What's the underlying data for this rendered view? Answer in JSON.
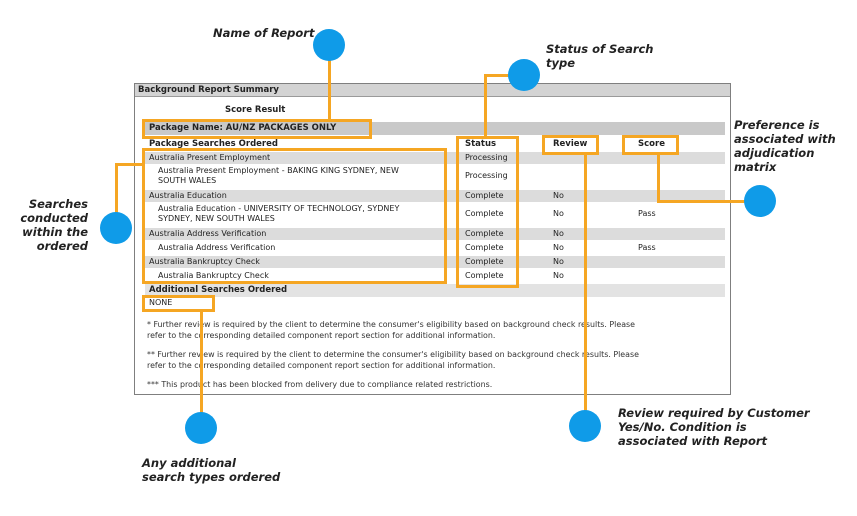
{
  "report": {
    "title": "Background Report Summary",
    "score_result": "Score Result",
    "package_name": "Package Name: AU/NZ PACKAGES ONLY",
    "headers": {
      "searches": "Package Searches Ordered",
      "status": "Status",
      "review": "Review",
      "score": "Score"
    },
    "rows": [
      {
        "name": "Australia Present Employment",
        "status": "Processing",
        "review": "",
        "score": ""
      },
      {
        "name_line1": "Australia Present Employment - BAKING KING SYDNEY, NEW",
        "name_line2": "SOUTH WALES",
        "status": "Processing",
        "review": "",
        "score": ""
      },
      {
        "name": "Australia Education",
        "status": "Complete",
        "review": "No",
        "score": ""
      },
      {
        "name_line1": "Australia Education - UNIVERSITY OF TECHNOLOGY, SYDNEY",
        "name_line2": "SYDNEY, NEW SOUTH WALES",
        "status": "Complete",
        "review": "No",
        "score": "Pass"
      },
      {
        "name": "Australia Address Verification",
        "status": "Complete",
        "review": "No",
        "score": ""
      },
      {
        "name": "Australia Address Verification",
        "status": "Complete",
        "review": "No",
        "score": "Pass"
      },
      {
        "name": "Australia Bankruptcy Check",
        "status": "Complete",
        "review": "No",
        "score": ""
      },
      {
        "name": "Australia Bankruptcy Check",
        "status": "Complete",
        "review": "No",
        "score": ""
      }
    ],
    "additional_header": "Additional Searches Ordered",
    "additional_value": "NONE",
    "footnotes": [
      {
        "line1": "* Further review is required by the client to determine the consumer's eligibility based on background check results. Please",
        "line2": "refer to the corresponding detailed component report section for additional information."
      },
      {
        "line1": "** Further review is required by the client to determine the consumer's eligibility based on background check results. Please",
        "line2": "refer to the corresponding detailed component report section for additional information."
      },
      {
        "line1": "*** This product has been blocked from delivery due to compliance related restrictions."
      }
    ]
  },
  "callouts": {
    "name_of_report": "Name of Report",
    "status_line1": "Status of Search",
    "status_line2": "type",
    "preference_line1": "Preference is",
    "preference_line2": "associated with",
    "preference_line3": "adjudication",
    "preference_line4": "matrix",
    "searches_line1": "Searches",
    "searches_line2": "conducted",
    "searches_line3": "within the",
    "searches_line4": "ordered",
    "review_line1": "Review required by Customer",
    "review_line2": "Yes/No. Condition is",
    "review_line3": "associated with Report",
    "additional_line1": "Any additional",
    "additional_line2": "search types ordered"
  },
  "colors": {
    "highlight": "#f5a623",
    "dot": "#0f9be8",
    "header_grey": "#d3d3d3"
  }
}
